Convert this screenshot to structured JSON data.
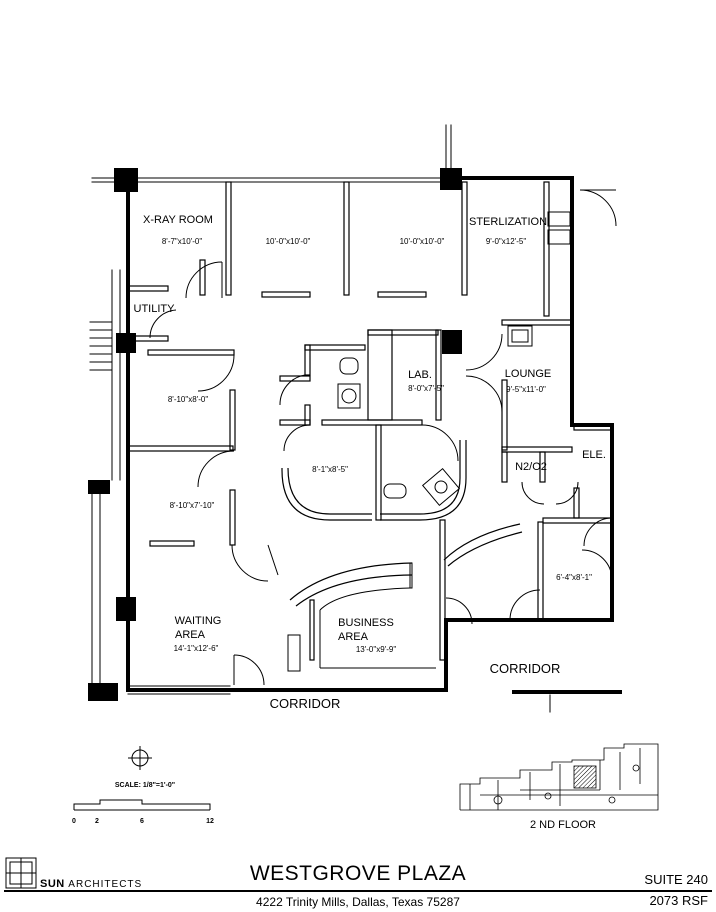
{
  "rooms": {
    "xray_name": "X-RAY ROOM",
    "xray_dim": "8'-7\"x10'-0\"",
    "exam1_dim": "10'-0\"x10'-0\"",
    "exam2_dim": "10'-0\"x10'-0\"",
    "steril_name": "STERLIZATION",
    "steril_dim": "9'-0\"x12'-5\"",
    "utility_name": "UTILITY",
    "lab_name": "LAB.",
    "lab_dim": "8'-0\"x7'-5\"",
    "lounge_name": "LOUNGE",
    "lounge_dim": "9'-5\"x11'-0\"",
    "office1_dim": "8'-10\"x8'-0\"",
    "center_dim": "8'-1\"x8'-5\"",
    "n2o2_name": "N2/O2",
    "ele_name": "ELE.",
    "office2_dim": "8'-10\"x7'-10\"",
    "small_dim": "6'-4\"x8'-1\"",
    "waiting_name1": "WAITING",
    "waiting_name2": "AREA",
    "waiting_dim": "14'-1\"x12'-6\"",
    "business_name1": "BUSINESS",
    "business_name2": "AREA",
    "business_dim": "13'-0\"x9'-9\"",
    "corridor_right": "CORRIDOR",
    "corridor_bottom": "CORRIDOR"
  },
  "scale": {
    "label": "SCALE: 1/8\"=1'-0\"",
    "ticks": [
      "0",
      "2",
      "6",
      "12"
    ]
  },
  "keyplan": {
    "label": "2 ND FLOOR"
  },
  "titleblock": {
    "logo_main": "SUN",
    "logo_sub": "ARCHITECTS",
    "project": "WESTGROVE PLAZA",
    "address": "4222 Trinity Mills, Dallas, Texas 75287",
    "suite": "SUITE 240",
    "area": "2073 RSF"
  }
}
